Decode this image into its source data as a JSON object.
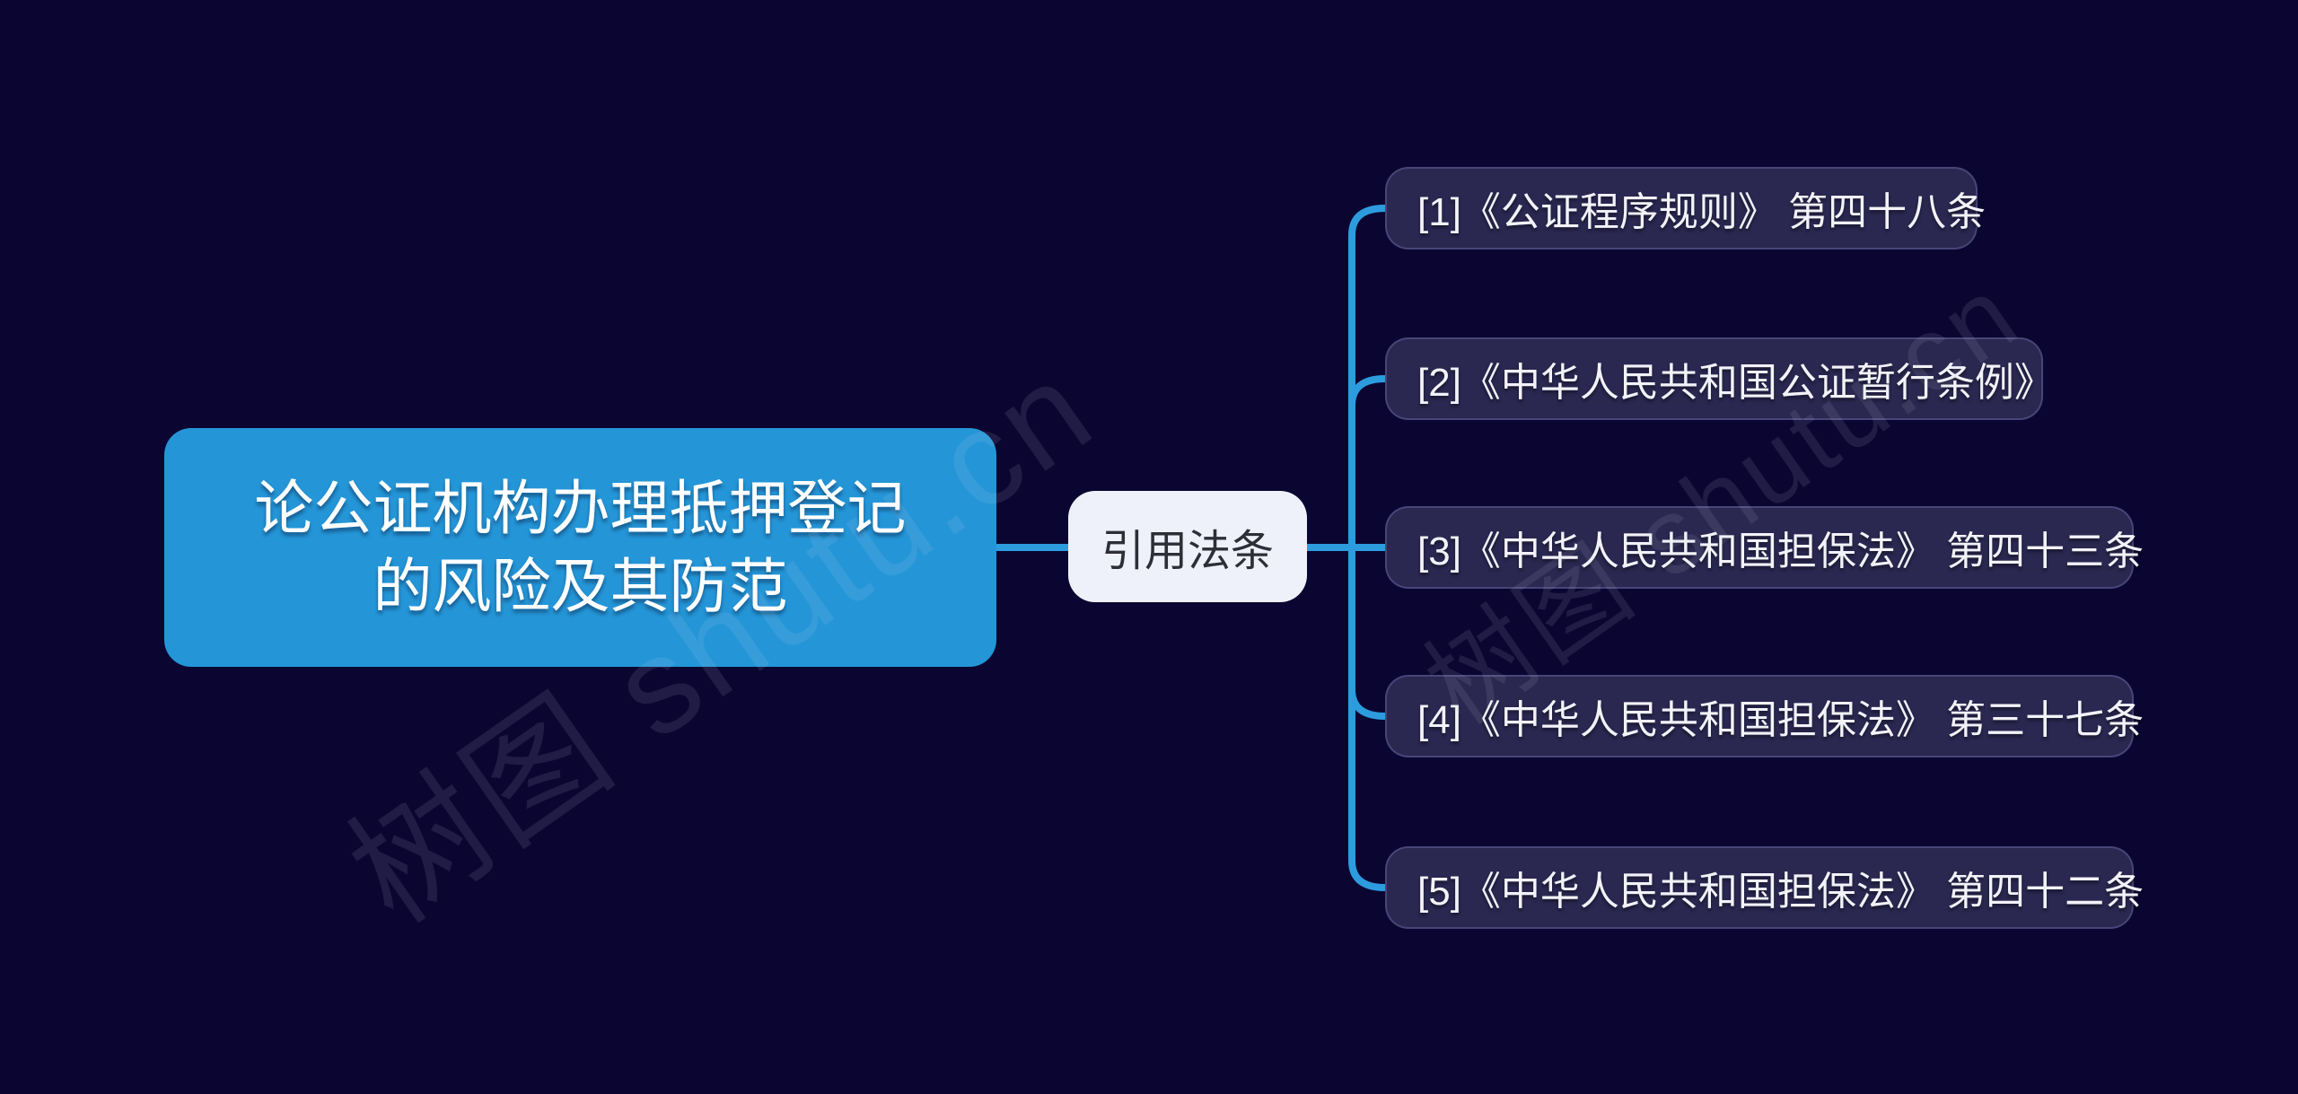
{
  "canvas": {
    "background": "#0b0631"
  },
  "colors": {
    "root_node_fill": "#2496d8",
    "branch_node_fill": "#eef1fa",
    "child_node_fill": "#2a2750",
    "child_node_border": "#827fc3",
    "connector_blue": "#2d9cdf",
    "text_light": "#f2f2f8",
    "text_dark": "#2e2e38"
  },
  "diagram": {
    "type": "mindmap",
    "root": {
      "label": "论公证机构办理抵押登记的风险及其防范",
      "line1": "论公证机构办理抵押登记",
      "line2": "的风险及其防范"
    },
    "branch": {
      "label": "引用法条"
    },
    "children": [
      {
        "label": "[1]《公证程序规则》 第四十八条"
      },
      {
        "label": "[2]《中华人民共和国公证暂行条例》"
      },
      {
        "label": "[3]《中华人民共和国担保法》 第四十三条"
      },
      {
        "label": "[4]《中华人民共和国担保法》 第三十七条"
      },
      {
        "label": "[5]《中华人民共和国担保法》 第四十二条"
      }
    ]
  },
  "watermark": {
    "text": "树图 shutu.cn"
  }
}
